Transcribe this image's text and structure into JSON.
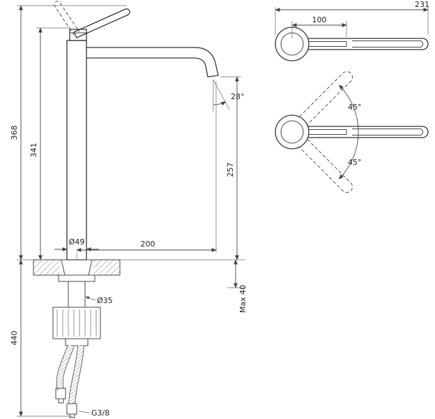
{
  "drawing_title": "faucet-technical-drawing",
  "front_view": {
    "labels": {
      "total_height": "368",
      "body_height": "341",
      "below_deck": "440",
      "base_diameter": "Ø49",
      "reach": "200",
      "outlet_height": "257",
      "stream_angle": "28°",
      "deck_max": "Max 40",
      "shank_diameter": "Ø35",
      "thread": "G3/8"
    }
  },
  "top_view": {
    "labels": {
      "handle_length": "231",
      "grip_length": "100",
      "swing_up": "45°",
      "swing_down": "45°"
    }
  },
  "colors": {
    "line": "#333333",
    "dimension": "#444444",
    "background": "#ffffff"
  }
}
